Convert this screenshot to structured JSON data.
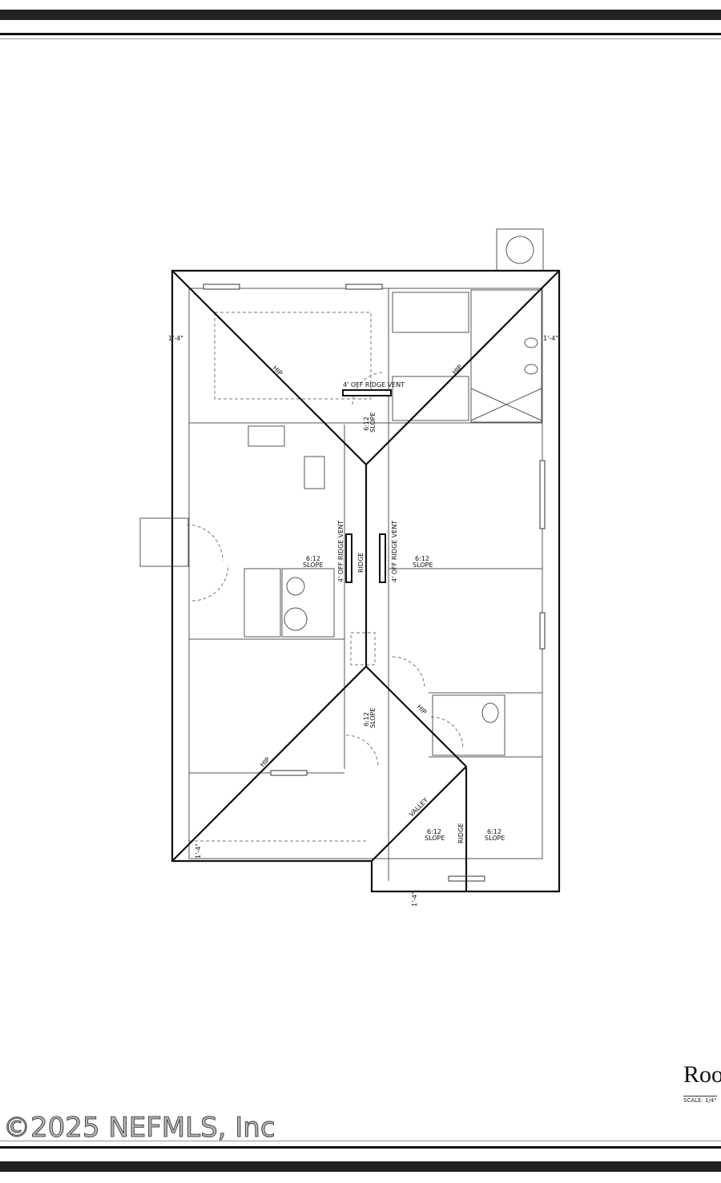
{
  "drawing": {
    "title": "Roof",
    "scale": "SCALE: 1/4\"",
    "watermark": "©2025 NEFMLS, Inc",
    "labels": {
      "ridge_vent_top": "4' OFF RIDGE VENT",
      "ridge_vent_left": "4' OFF RIDGE VENT",
      "ridge_vent_right": "4' OFF RIDGE VENT",
      "ridge": "RIDGE",
      "ridge_lower": "RIDGE",
      "hip": "HIP",
      "valley": "VALLEY",
      "slope_ratio": "6:12",
      "slope": "SLOPE",
      "overhang": "1'-4\""
    }
  }
}
